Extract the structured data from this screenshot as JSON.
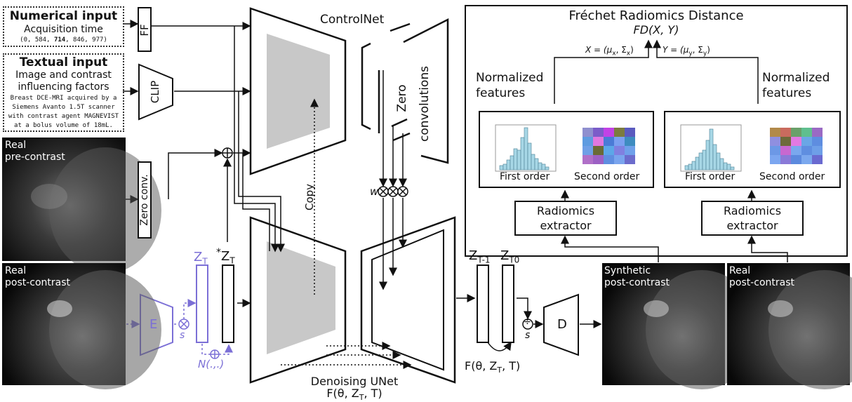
{
  "numerical_input": {
    "title": "Numerical input",
    "subtitle": "Acquisition time",
    "values_prefix": "(0, 584, ",
    "values_bold": "714",
    "values_suffix": ", 846, 977)"
  },
  "textual_input": {
    "title": "Textual input",
    "line1": "Image and contrast",
    "line2": "influencing factors",
    "prompt_lines": [
      "Breast DCE-MRI acquired by a",
      "Siemens Avanto 1.5T scanner",
      "with contrast agent MAGNEVIST",
      "at a bolus volume of 18mL."
    ]
  },
  "blocks": {
    "ff": "FF",
    "clip": "CLIP",
    "zero_conv": "Zero conv.",
    "controlnet": "ControlNet",
    "zero_convolutions_1": "Zero",
    "zero_convolutions_2": "convolutions",
    "copy": "Copy",
    "encoder": "E",
    "decoder": "D",
    "denoising_title": "Denoising UNet",
    "denoising_formula": "F(θ, Z",
    "denoising_formula_sub": "T",
    "denoising_formula_end": ", T)",
    "noise": "N(.,.)",
    "scale_s1": "s",
    "scale_s2": "s",
    "w_label": "w"
  },
  "latents": {
    "zt_violet": "Z",
    "zt_violet_sub": "T",
    "zt_star_prefix": "*",
    "zt_star": "Z",
    "zt_star_sub": "T",
    "zt_minus1": "Z",
    "zt_minus1_sub": "T-1",
    "zt0": "Z",
    "zt0_sub": "T0",
    "loop_formula": "F(θ, Z",
    "loop_formula_sub": "T",
    "loop_formula_end": ", T)"
  },
  "images": {
    "real_pre": [
      "Real",
      "pre-contrast"
    ],
    "real_post": [
      "Real",
      "post-contrast"
    ],
    "synthetic_post": [
      "Synthetic",
      "post-contrast"
    ],
    "real_post_right": [
      "Real",
      "post-contrast"
    ]
  },
  "frd": {
    "title": "Fréchet Radiomics Distance",
    "formula": "FD(X, Y)",
    "x_def": "X = (μ",
    "x_def_sub1": "x",
    "x_def_mid": ", Σ",
    "x_def_sub2": "x",
    "x_def_end": ")",
    "y_def": "Y = (μ",
    "y_def_sub1": "y",
    "y_def_mid": ", Σ",
    "y_def_sub2": "y",
    "y_def_end": ")",
    "norm_left": [
      "Normalized",
      "features"
    ],
    "norm_right": [
      "Normalized",
      "features"
    ],
    "first_order_left": "First order",
    "second_order_left": "Second order",
    "first_order_right": "First order",
    "second_order_right": "Second order",
    "extractor_left": [
      "Radiomics",
      "extractor"
    ],
    "extractor_right": [
      "Radiomics",
      "extractor"
    ]
  },
  "colors": {
    "accent_violet": "#7b6fd6",
    "gray_fill": "#c8c8c8",
    "hist_bar": "#a7d7e6"
  },
  "icons": {
    "plus": "⊕",
    "times": "⊗",
    "divide": "÷"
  }
}
